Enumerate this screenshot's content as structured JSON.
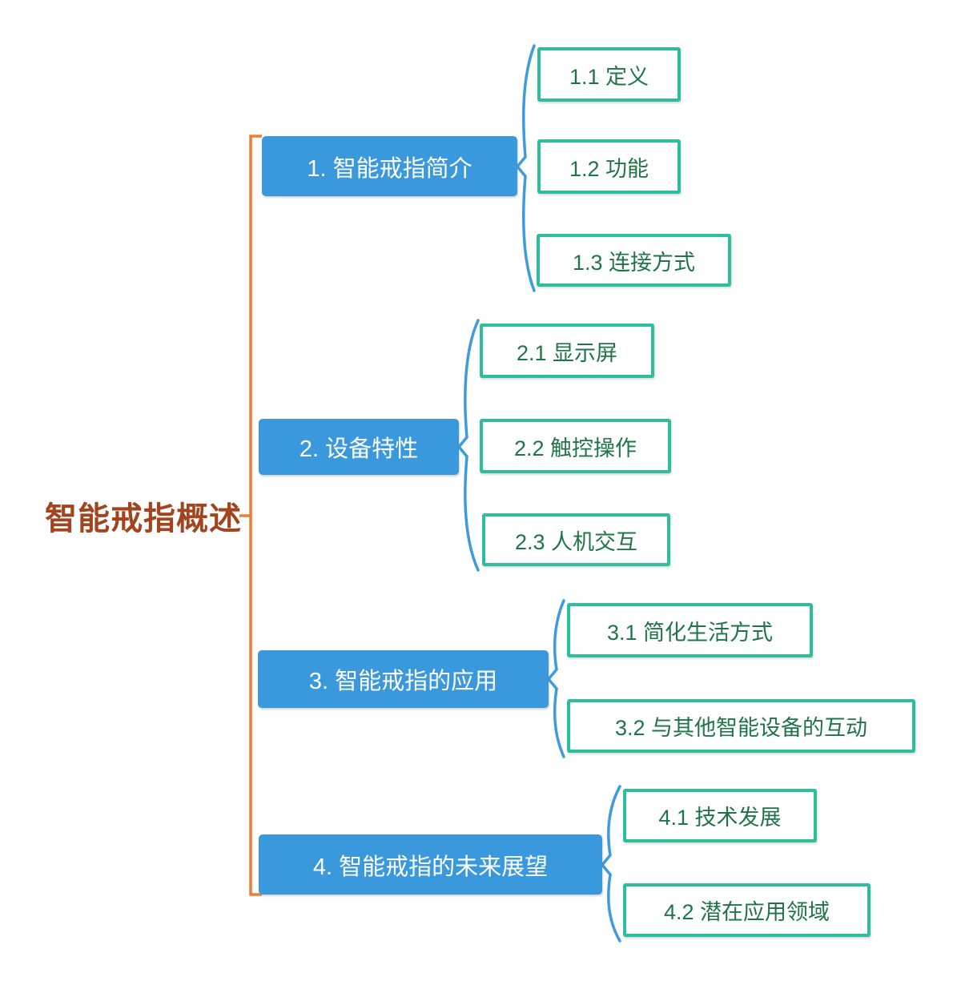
{
  "root": {
    "label": "智能戒指概述"
  },
  "branches": [
    {
      "label": "1. 智能戒指简介",
      "children": [
        "1.1 定义",
        "1.2 功能",
        "1.3 连接方式"
      ]
    },
    {
      "label": "2. 设备特性",
      "children": [
        "2.1 显示屏",
        "2.2 触控操作",
        "2.3 人机交互"
      ]
    },
    {
      "label": "3. 智能戒指的应用",
      "children": [
        "3.1 简化生活方式",
        "3.2 与其他智能设备的互动"
      ]
    },
    {
      "label": "4. 智能戒指的未来展望",
      "children": [
        "4.1 技术发展",
        "4.2 潜在应用领域"
      ]
    }
  ],
  "colors": {
    "root_text": "#A2441D",
    "trunk": "#ED7D31",
    "branch_fill": "#3A99DC",
    "branch_text": "#FFFFFF",
    "connector": "#3F9BDC",
    "child_border": "#2CBE9D",
    "child_text": "#1F7548",
    "background": "#FFFFFF"
  }
}
